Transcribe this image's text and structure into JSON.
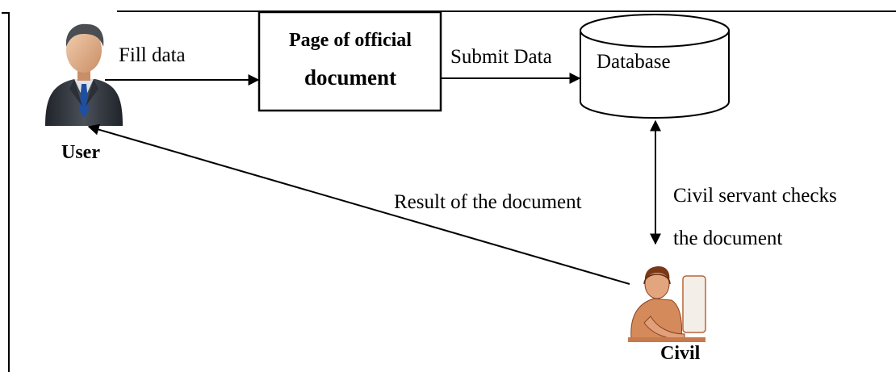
{
  "labels": {
    "fill_data": "Fill data",
    "submit_data": "Submit Data",
    "result_of_document": "Result of the document",
    "civil_servant_checks_line1": "Civil  servant  checks",
    "civil_servant_checks_line2": "the document"
  },
  "nodes": {
    "page_box_line1": "Page of official",
    "page_box_line2": "document",
    "database": "Database",
    "user": "User",
    "civil": "Civil"
  },
  "icons": {
    "user": "businessman-icon",
    "civil": "civil-servant-at-computer-icon"
  },
  "colors": {
    "line": "#000000",
    "background": "#ffffff",
    "suit": "#3a3e45",
    "shirt": "#dfe4ea",
    "tie": "#1f4fa0",
    "skin": "#e8b996",
    "civil_tone": "#b8643a"
  }
}
